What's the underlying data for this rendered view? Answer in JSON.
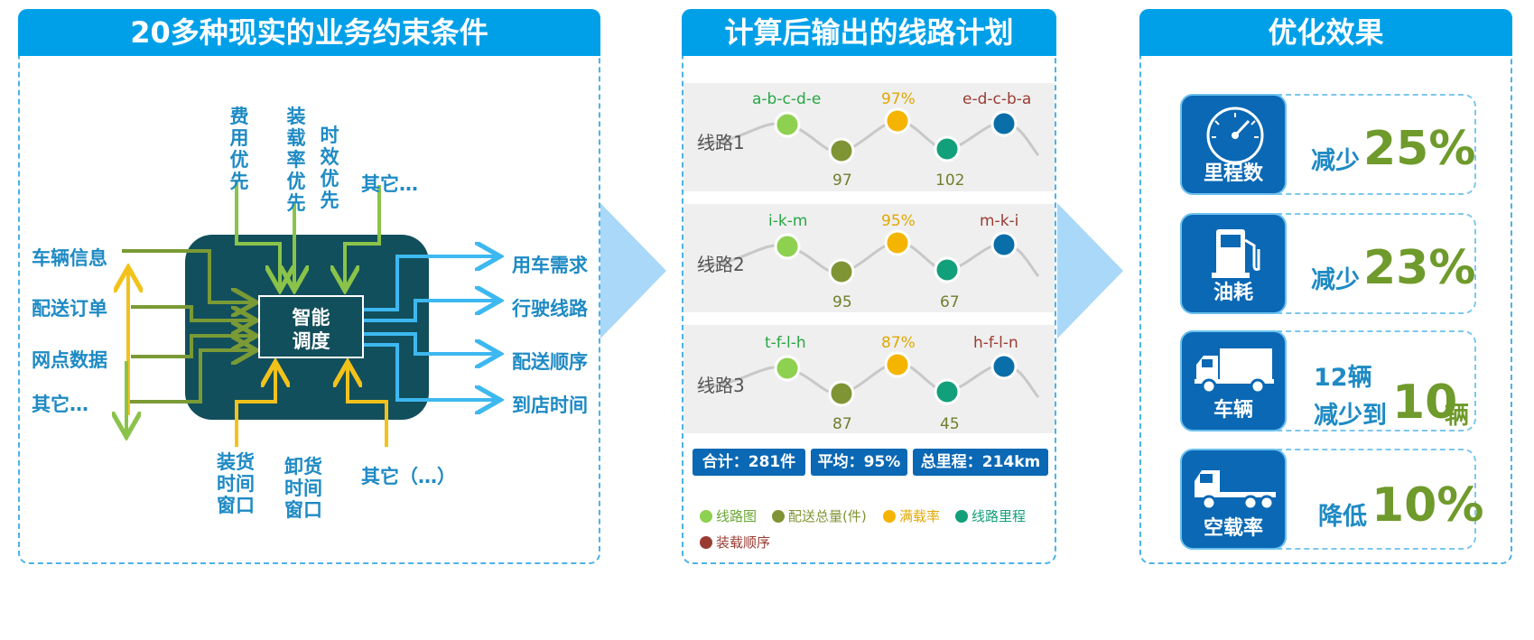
{
  "panel1": {
    "title": "20多种现实的业务约束条件",
    "core": {
      "line1": "智能",
      "line2": "调度"
    },
    "top_inputs": [
      "费用优先",
      "装载率优先",
      "时效优先",
      "其它…"
    ],
    "left_inputs": [
      "车辆信息",
      "配送订单",
      "网点数据",
      "其它…"
    ],
    "bottom_inputs": [
      "装货时间窗口",
      "卸货时间窗口",
      "其它（…）"
    ],
    "outputs": [
      "用车需求",
      "行驶线路",
      "配送顺序",
      "到店时间"
    ]
  },
  "panel2": {
    "title": "计算后输出的线路计划",
    "routes": [
      {
        "name": "线路1",
        "route_chart": "a-b-c-d-e",
        "volume": "97",
        "load_rate": "97%",
        "mileage": "102",
        "load_order": "e-d-c-b-a"
      },
      {
        "name": "线路2",
        "route_chart": "i-k-m",
        "volume": "95",
        "load_rate": "95%",
        "mileage": "67",
        "load_order": "m-k-i"
      },
      {
        "name": "线路3",
        "route_chart": "t-f-l-h",
        "volume": "87",
        "load_rate": "87%",
        "mileage": "45",
        "load_order": "h-f-l-n"
      }
    ],
    "summary": {
      "total": "合计：281件",
      "average": "平均：95%",
      "mileage": "总里程：214km"
    },
    "legend": [
      {
        "label": "线路图",
        "color": "#8ed04f"
      },
      {
        "label": "配送总量(件)",
        "color": "#7f9434"
      },
      {
        "label": "满载率",
        "color": "#f4b400"
      },
      {
        "label": "线路里程",
        "color": "#12a07a"
      },
      {
        "label": "装载顺序",
        "color": "#9a3b32"
      }
    ]
  },
  "panel3": {
    "title": "优化效果",
    "items": [
      {
        "icon": "speedometer-icon",
        "label": "里程数",
        "prefix": "减少",
        "value": "25%"
      },
      {
        "icon": "fuel-pump-icon",
        "label": "油耗",
        "prefix": "减少",
        "value": "23%"
      },
      {
        "icon": "truck-icon",
        "label": "车辆",
        "before": "12辆",
        "prefix": "减少到",
        "value": "10",
        "unit": "辆"
      },
      {
        "icon": "empty-truck-icon",
        "label": "空载率",
        "prefix": "降低",
        "value": "10%"
      }
    ]
  },
  "colors": {
    "header": "#00a0e9",
    "core_block": "#124f5c",
    "text_blue": "#1e8ac4",
    "green_value": "#6f9a2c",
    "tile": "#0a68b4",
    "arrow_olive": "#7a9a35",
    "arrow_green": "#8bc34a",
    "arrow_yellow": "#f2c21b",
    "arrow_blue": "#3db8f0"
  }
}
